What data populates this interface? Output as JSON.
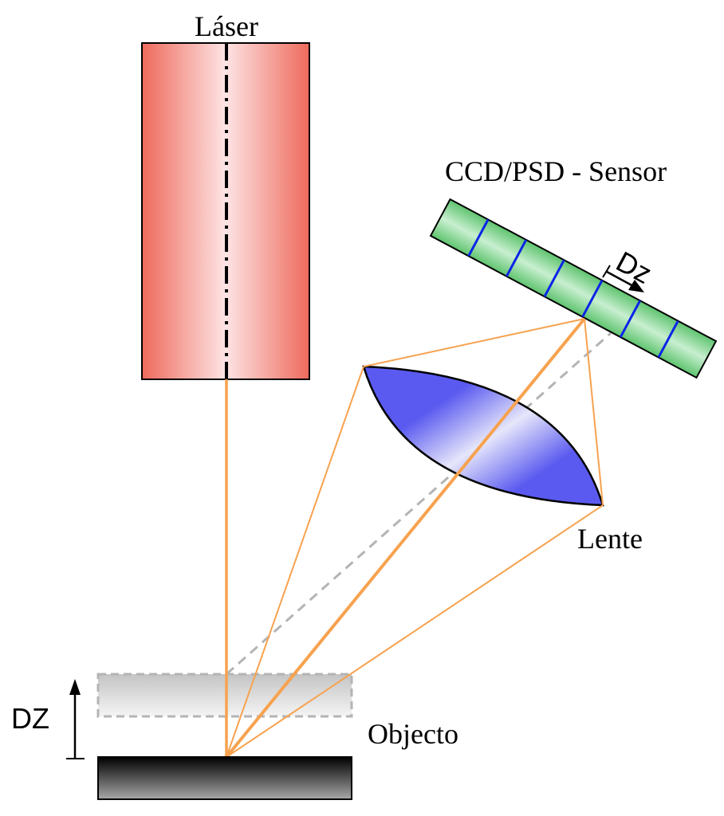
{
  "labels": {
    "laser": "Láser",
    "sensor": "CCD/PSD - Sensor",
    "sensor_shift": "Dz",
    "lens": "Lente",
    "displacement": "DZ",
    "object": "Objecto"
  },
  "colors": {
    "laser_edge": "#ee6a5c",
    "laser_center": "#fde4e4",
    "beam": "#f7a24f",
    "sensor_fill": "#7ccf8a",
    "sensor_pixel_line": "#0b25e6",
    "lens_fill": "#6c6cf0",
    "reference_dash": "#b4b4b4",
    "object_dark": "#000000",
    "object_light": "#a0a0a0"
  }
}
